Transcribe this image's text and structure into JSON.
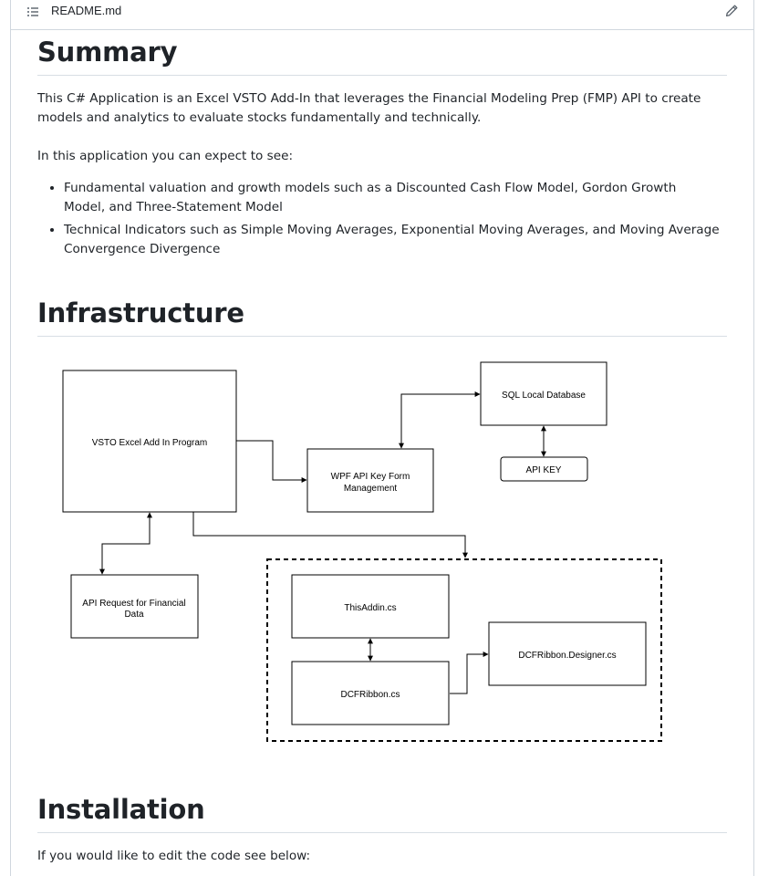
{
  "file": {
    "name": "README.md"
  },
  "sections": {
    "summary": {
      "heading": "Summary",
      "paragraph1": "This C# Application is an Excel VSTO Add-In that leverages the Financial Modeling Prep (FMP) API to create models and analytics to evaluate stocks fundamentally and technically.",
      "paragraph2": "In this application you can expect to see:",
      "bullets": [
        "Fundamental valuation and growth models such as a Discounted Cash Flow Model, Gordon Growth Model, and Three-Statement Model",
        "Technical Indicators such as Simple Moving Averages, Exponential Moving Averages, and Moving Average Convergence Divergence"
      ]
    },
    "infrastructure": {
      "heading": "Infrastructure",
      "diagram": {
        "vsto": "VSTO Excel Add In Program",
        "sql": "SQL Local Database",
        "wpf_line1": "WPF API Key Form",
        "wpf_line2": "Management",
        "apikey": "API KEY",
        "api_request_line1": "API Request for Financial",
        "api_request_line2": "Data",
        "thisaddin": "ThisAddin.cs",
        "dcfribbon": "DCFRibbon.cs",
        "designer": "DCFRibbon.Designer.cs"
      }
    },
    "installation": {
      "heading": "Installation",
      "paragraph": "If you would like to edit the code see below:"
    }
  },
  "icons": {
    "toc": "list-icon",
    "edit": "pencil-icon"
  }
}
